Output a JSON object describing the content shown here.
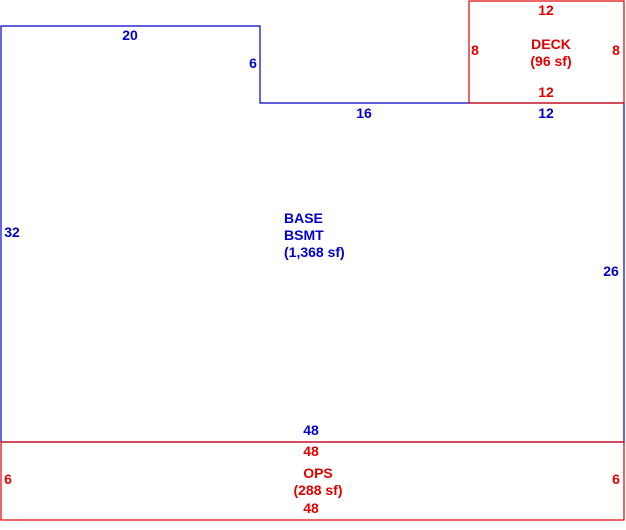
{
  "colors": {
    "base": "#0000c8",
    "addition": "#e00000"
  },
  "areas": {
    "base": {
      "name_line1": "BASE",
      "name_line2": "BSMT",
      "area": "(1,368 sf)"
    },
    "deck": {
      "name": "DECK",
      "area": "(96 sf)"
    },
    "ops": {
      "name": "OPS",
      "area": "(288 sf)"
    }
  },
  "dimensions": {
    "base": {
      "top_left": "20",
      "notch_vertical": "6",
      "notch_horizontal": "16",
      "top_right": "12",
      "left": "32",
      "right": "26",
      "bottom": "48"
    },
    "deck": {
      "top": "12",
      "bottom": "12",
      "left": "8",
      "right": "8"
    },
    "ops": {
      "top": "48",
      "bottom": "48",
      "left": "6",
      "right": "6"
    }
  }
}
